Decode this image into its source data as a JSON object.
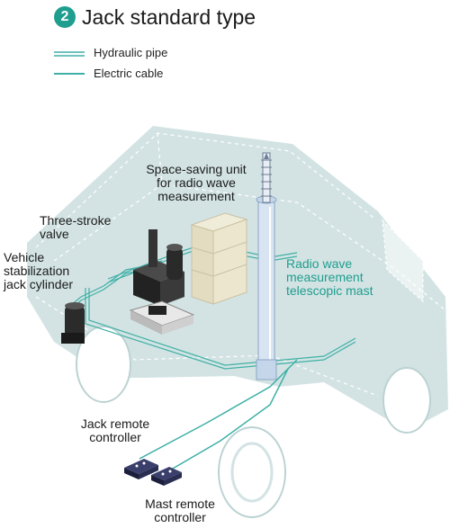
{
  "header": {
    "badge_number": "2",
    "title": "Jack standard type"
  },
  "legend": [
    {
      "label": "Hydraulic pipe",
      "style": "double-line"
    },
    {
      "label": "Electric cable",
      "style": "single-line"
    }
  ],
  "labels": {
    "space_saving_unit": [
      "Space-saving unit",
      "for radio wave",
      "measurement"
    ],
    "three_stroke_valve": [
      "Three-stroke",
      "valve"
    ],
    "jack_cylinder": [
      "Vehicle",
      "stabilization",
      "jack cylinder"
    ],
    "mast": [
      "Radio wave",
      "measurement",
      "telescopic mast"
    ],
    "jack_remote": [
      "Jack remote",
      "controller"
    ],
    "mast_remote": [
      "Mast remote",
      "controller"
    ]
  },
  "colors": {
    "accent": "#1f9d8f",
    "vehicle_fill": "#d3e3e3",
    "vehicle_line": "#ffffff",
    "cable": "#3fb0a6",
    "mast_fill": "#d9e4f2",
    "tire": "#ffffff"
  }
}
